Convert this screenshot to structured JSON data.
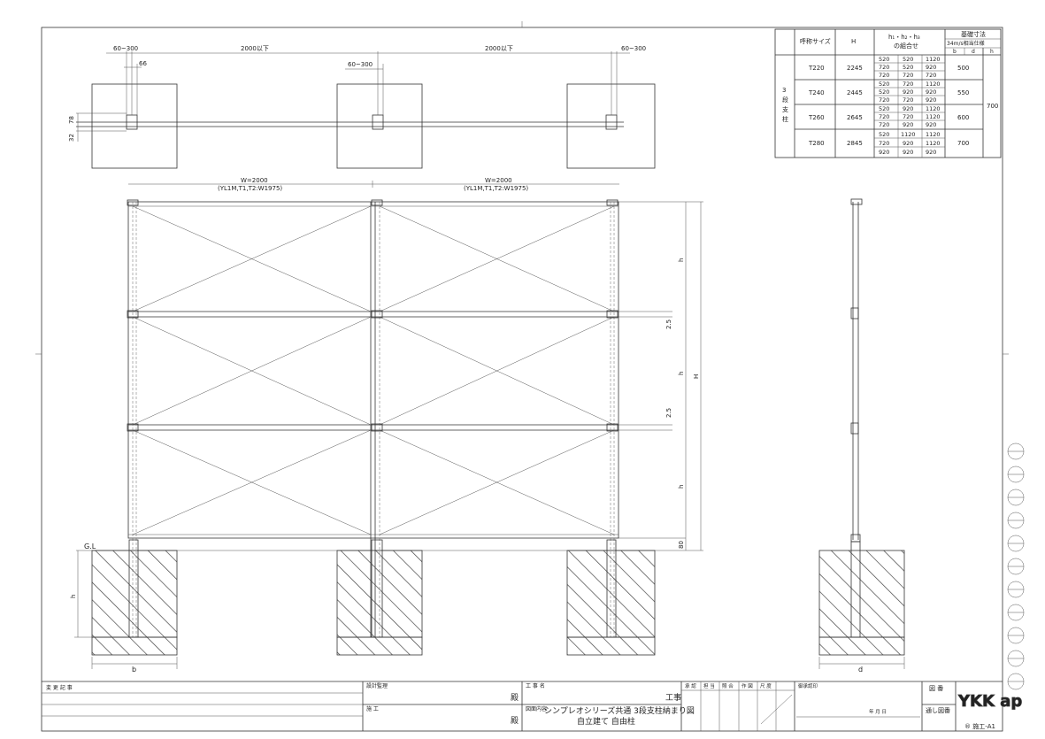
{
  "plan": {
    "dims_top": [
      "60~300",
      "2000以下",
      "60~300",
      "2000以下",
      "60~300"
    ],
    "dim_66": "66",
    "dim_78": "78",
    "dim_32": "32"
  },
  "elevation": {
    "span_label_1": "W=2000",
    "span_sub_1": "(YL1M,T1,T2:W1975)",
    "span_label_2": "W=2000",
    "span_sub_2": "(YL1M,T1,T2:W1975)",
    "h_top": "h",
    "h_mid": "h",
    "h_bot": "h",
    "gap_1": "2.5",
    "gap_2": "2.5",
    "H": "H",
    "base_80": "80",
    "gl": "G.L",
    "found_h": "h",
    "found_b": "b",
    "found_d": "d"
  },
  "spec_table": {
    "headers": [
      "呼称サイズ",
      "H",
      "h₁・h₂・h₃",
      "の組合せ",
      "基礎寸法",
      "34m/s相当仕様",
      "b",
      "d",
      "h"
    ],
    "group_label": [
      "3",
      "段",
      "支",
      "柱"
    ],
    "rows": [
      {
        "size": "T220",
        "H": "2245",
        "combos": [
          [
            "520",
            "520",
            "1120"
          ],
          [
            "720",
            "520",
            "920"
          ],
          [
            "720",
            "720",
            "720"
          ]
        ],
        "b": "500"
      },
      {
        "size": "T240",
        "H": "2445",
        "combos": [
          [
            "520",
            "720",
            "1120"
          ],
          [
            "520",
            "920",
            "920"
          ],
          [
            "720",
            "720",
            "920"
          ]
        ],
        "b": "550"
      },
      {
        "size": "T260",
        "H": "2645",
        "combos": [
          [
            "520",
            "920",
            "1120"
          ],
          [
            "720",
            "720",
            "1120"
          ],
          [
            "720",
            "920",
            "920"
          ]
        ],
        "b": "600"
      },
      {
        "size": "T280",
        "H": "2845",
        "combos": [
          [
            "520",
            "1120",
            "1120"
          ],
          [
            "720",
            "920",
            "1120"
          ],
          [
            "920",
            "920",
            "920"
          ]
        ],
        "b": "700"
      }
    ],
    "h_value": "700"
  },
  "title_block": {
    "revisions": "変 更 記 事",
    "design_manager": "設計監理",
    "honorific_1": "殿",
    "construction": "施 工",
    "honorific_2": "殿",
    "project_label": "工 事 名",
    "project_suffix": "工事",
    "drawing_label": "図面内容",
    "drawing_title_1": "シンプレオシリーズ共通 3段支柱納まり図",
    "drawing_title_2": "自立建て 自由柱",
    "stamps": [
      "承 認",
      "担 当",
      "照 合",
      "作 図",
      "尺 度"
    ],
    "approval_label": "御承認印",
    "date_label": "年 月 日",
    "drawing_no_label": "図 番",
    "serial_no_label": "通し図番",
    "logo": "YKK ap",
    "sheet_code": "® 施工-A1"
  }
}
